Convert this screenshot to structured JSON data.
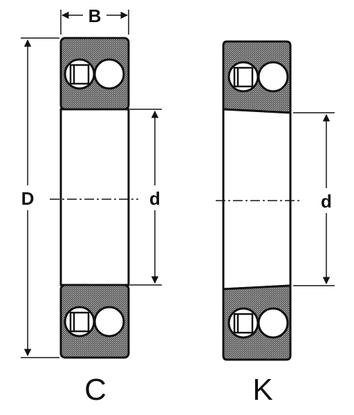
{
  "labels": {
    "width_B": "B",
    "outer_D": "D",
    "bore_d_left": "d",
    "bore_d_right": "d",
    "variant_left": "C",
    "variant_right": "K"
  },
  "colors": {
    "ink": "#111111",
    "hatch": "#6e6e6e",
    "paper": "#ffffff"
  }
}
